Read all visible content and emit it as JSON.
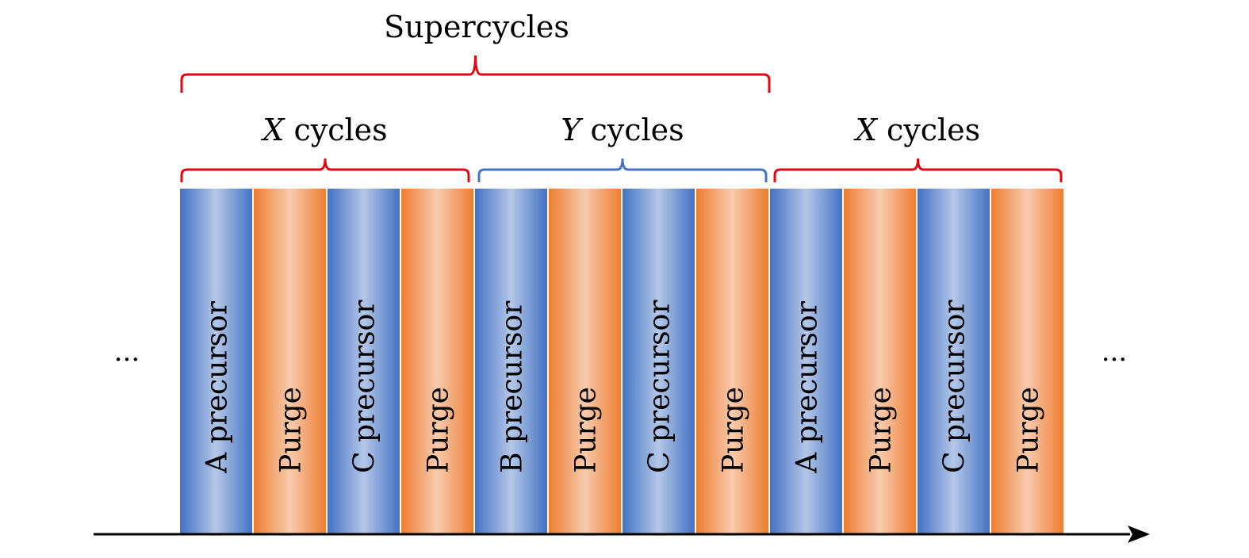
{
  "title": "Supercycles",
  "groups": [
    {
      "label_var": "X",
      "label_rest": " cycles",
      "color": "#e30613"
    },
    {
      "label_var": "Y",
      "label_rest": " cycles",
      "color": "#4472c4"
    },
    {
      "label_var": "X",
      "label_rest": " cycles",
      "color": "#e30613"
    }
  ],
  "steps": [
    {
      "label": "A precursor",
      "kind": "precursor"
    },
    {
      "label": "Purge",
      "kind": "purge"
    },
    {
      "label": "C precursor",
      "kind": "precursor"
    },
    {
      "label": "Purge",
      "kind": "purge"
    },
    {
      "label": "B precursor",
      "kind": "precursor"
    },
    {
      "label": "Purge",
      "kind": "purge"
    },
    {
      "label": "C precursor",
      "kind": "precursor"
    },
    {
      "label": "Purge",
      "kind": "purge"
    },
    {
      "label": "A precursor",
      "kind": "precursor"
    },
    {
      "label": "Purge",
      "kind": "purge"
    },
    {
      "label": "C precursor",
      "kind": "precursor"
    },
    {
      "label": "Purge",
      "kind": "purge"
    }
  ],
  "ellipsis_left": "...",
  "ellipsis_right": "...",
  "colors": {
    "supercycle_brace": "#e30613",
    "precursor": "#4472c4",
    "purge": "#ed7d31",
    "axis": "#000000"
  }
}
